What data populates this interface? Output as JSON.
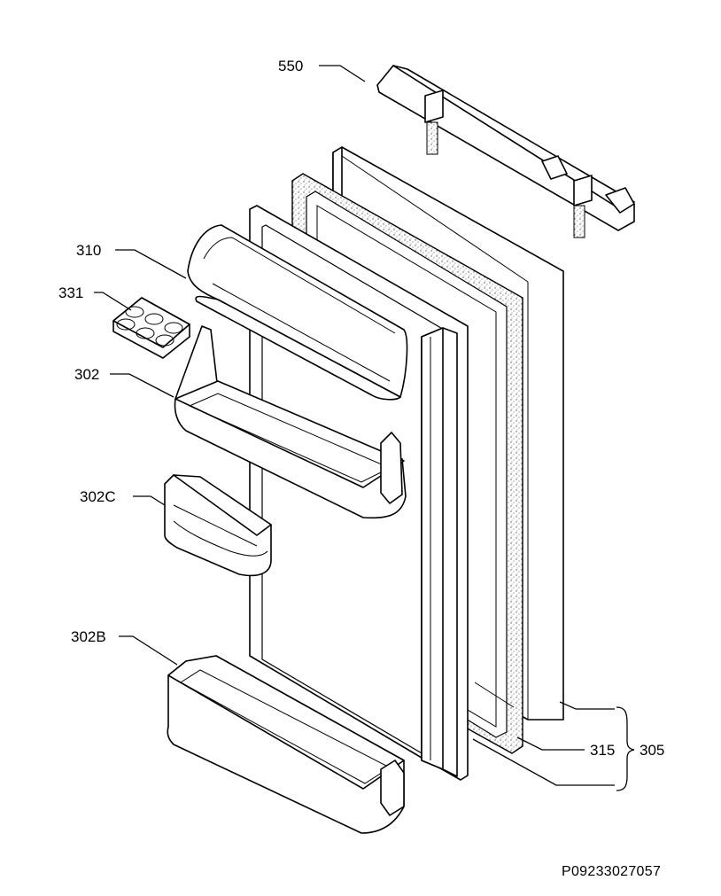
{
  "labels": {
    "p550": "550",
    "p310": "310",
    "p331": "331",
    "p302": "302",
    "p302c": "302C",
    "p302b": "302B",
    "p315": "315",
    "p305": "305"
  },
  "drawing_code": "P09233027057"
}
